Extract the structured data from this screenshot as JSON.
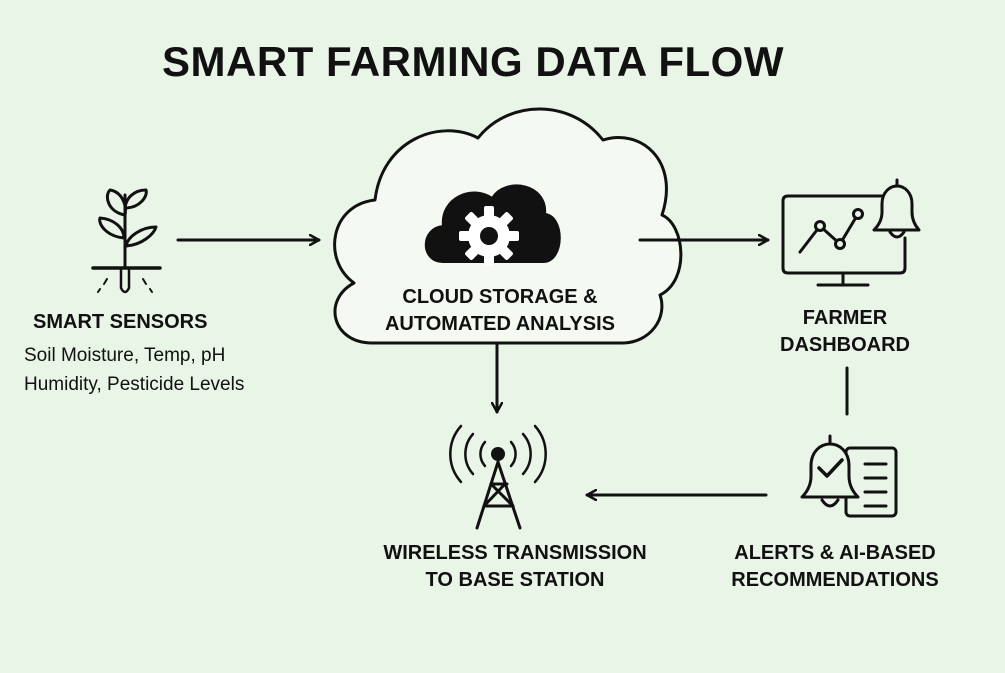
{
  "title": "SMART FARMING DATA FLOW",
  "nodes": {
    "sensors": {
      "label": "SMART SENSORS",
      "detail_line1": "Soil Moisture, Temp, pH",
      "detail_line2": "Humidity, Pesticide Levels",
      "icon": "plant-sprout-icon"
    },
    "cloud": {
      "label_line1": "CLOUD STORAGE &",
      "label_line2": "AUTOMATED ANALYSIS",
      "icon": "cloud-gear-icon"
    },
    "dashboard": {
      "label_line1": "FARMER",
      "label_line2": "DASHBOARD",
      "icon": "monitor-chart-bell-icon"
    },
    "alerts": {
      "label_line1": "ALERTS & AI-BASED",
      "label_line2": "RECOMMENDATIONS",
      "icon": "bell-check-document-icon"
    },
    "wireless": {
      "label_line1": "WIRELESS TRANSMISSION",
      "label_line2": "TO BASE STATION",
      "icon": "radio-tower-icon"
    }
  },
  "edges": [
    {
      "from": "sensors",
      "to": "cloud"
    },
    {
      "from": "cloud",
      "to": "dashboard"
    },
    {
      "from": "cloud",
      "to": "wireless"
    },
    {
      "from": "dashboard",
      "to": "alerts"
    },
    {
      "from": "alerts",
      "to": "wireless"
    }
  ],
  "colors": {
    "background": "#e9f5e6",
    "ink": "#111111",
    "cloud_fill": "#f4faf2"
  }
}
